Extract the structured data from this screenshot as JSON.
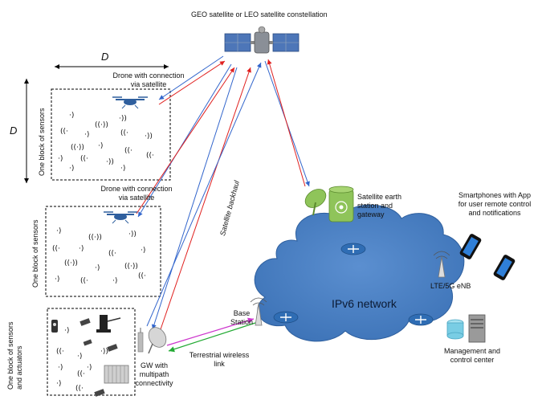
{
  "labels": {
    "satellite": "GEO satellite or LEO satellite constellation",
    "dimension": "D",
    "drone1": [
      "Drone with connection",
      "via satellite"
    ],
    "drone2": [
      "Drone with connection",
      "via satellite"
    ],
    "block1": "One block of sensors",
    "block2": "One block of sensors",
    "block3": [
      "One block of sensors",
      "and actuators"
    ],
    "backhaul": "Satellite backhaul",
    "earth_station": [
      "Satellite earth",
      "station and",
      "gateway"
    ],
    "smartphones": [
      "Smartphones with App",
      "for user remote control",
      "and notifications"
    ],
    "network": "IPv6 network",
    "enb": "LTE/5G eNB",
    "base_station": [
      "Base",
      "Station"
    ],
    "terrestrial": [
      "Terrestrial wireless",
      "link"
    ],
    "gw": [
      "GW with",
      "multipath",
      "connectivity"
    ],
    "management": [
      "Management and",
      "control center"
    ]
  },
  "colors": {
    "uplink": "#3366cc",
    "downlink": "#e0201f",
    "terrestrial_a": "#cc33cc",
    "terrestrial_b": "#22aa33",
    "cloud": "#4a7fc1",
    "router": "#2f6db4"
  }
}
